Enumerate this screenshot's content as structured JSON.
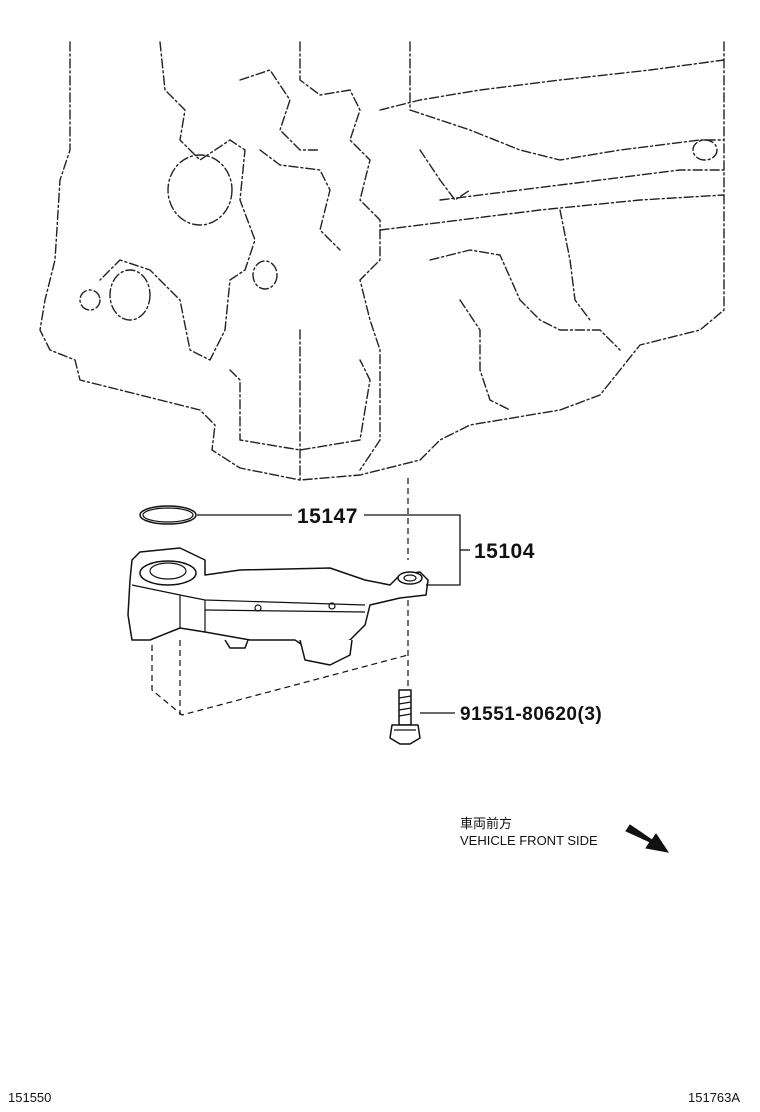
{
  "parts": {
    "oring": "15147",
    "strainer_assembly": "15104",
    "bolt": "91551-80620(3)"
  },
  "direction": {
    "japanese": "車両前方",
    "english": "VEHICLE FRONT SIDE"
  },
  "footer": {
    "left_code": "151550",
    "right_code": "151763A"
  }
}
